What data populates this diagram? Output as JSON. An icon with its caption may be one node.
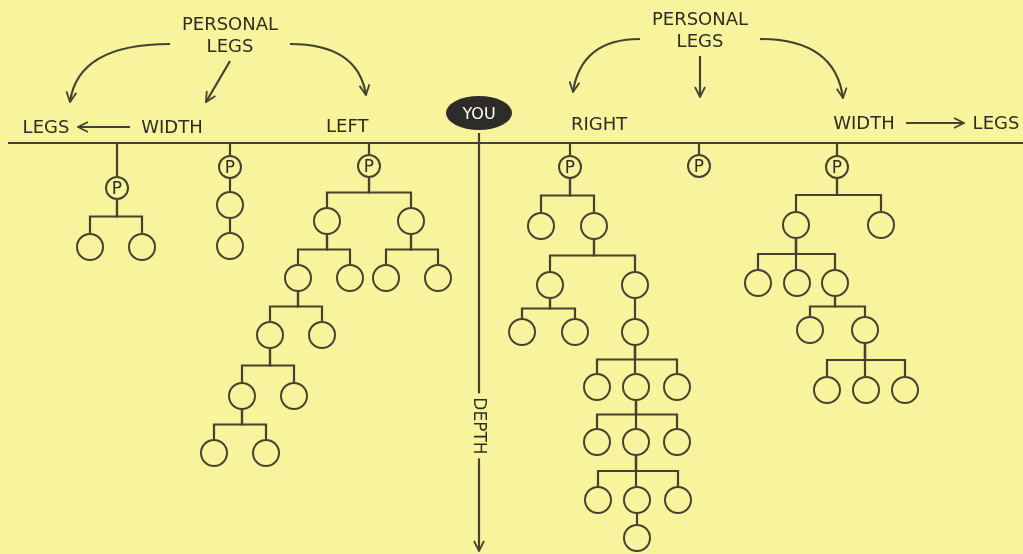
{
  "diagram": {
    "nodes": [
      {
        "text": [
          "PERSONAL LEGS"
        ]
      },
      {
        "text": [
          "PERSONAL LEGS"
        ]
      },
      {
        "text": [
          "LEGS"
        ]
      },
      {
        "text": [
          "WIDTH"
        ]
      },
      {
        "text": [
          "YOU"
        ]
      },
      {
        "text": [
          "WIDTH"
        ]
      },
      {
        "text": [
          "LEGS"
        ]
      },
      {
        "text": [],
        "shape": "bar"
      },
      {
        "text": [
          "P"
        ]
      },
      {
        "text": [],
        "shape": "circle"
      },
      {
        "text": [],
        "shape": "circle"
      },
      {
        "text": [
          "P"
        ]
      },
      {
        "text": [],
        "shape": "circle"
      },
      {
        "text": [],
        "shape": "circle"
      },
      {
        "text": [
          "P"
        ]
      },
      {
        "text": [],
        "shape": "circle"
      },
      {
        "text": [],
        "shape": "circle"
      },
      {
        "text": [],
        "shape": "circle"
      },
      {
        "text": [],
        "shape": "circle"
      },
      {
        "text": [],
        "shape": "circle"
      },
      {
        "text": [],
        "shape": "circle"
      },
      {
        "text": [],
        "shape": "circle"
      },
      {
        "text": [],
        "shape": "circle"
      },
      {
        "text": [],
        "shape": "circle"
      },
      {
        "text": [],
        "shape": "circle"
      },
      {
        "text": [],
        "shape": "circle"
      },
      {
        "text": [],
        "shape": "circle"
      },
      {
        "text": [
          "P"
        ]
      },
      {
        "text": [],
        "shape": "circle"
      },
      {
        "text": [],
        "shape": "circle"
      },
      {
        "text": [],
        "shape": "circle"
      },
      {
        "text": [],
        "shape": "circle"
      },
      {
        "text": [],
        "shape": "circle"
      },
      {
        "text": [],
        "shape": "circle"
      },
      {
        "text": [],
        "shape": "circle"
      },
      {
        "text": [],
        "shape": "circle"
      },
      {
        "text": [],
        "shape": "circle"
      },
      {
        "text": [],
        "shape": "circle"
      },
      {
        "text": [],
        "shape": "circle"
      },
      {
        "text": [],
        "shape": "circle"
      },
      {
        "text": [],
        "shape": "circle"
      },
      {
        "text": [],
        "shape": "circle"
      },
      {
        "text": [],
        "shape": "circle"
      },
      {
        "text": [],
        "shape": "circle"
      },
      {
        "text": [],
        "shape": "circle"
      },
      {
        "text": [
          "P"
        ]
      },
      {
        "text": [
          "P"
        ]
      },
      {
        "text": [],
        "shape": "circle"
      },
      {
        "text": [],
        "shape": "circle"
      },
      {
        "text": [],
        "shape": "circle"
      },
      {
        "text": [],
        "shape": "circle"
      },
      {
        "text": [],
        "shape": "circle"
      },
      {
        "text": [],
        "shape": "circle"
      },
      {
        "text": [],
        "shape": "circle"
      },
      {
        "text": [],
        "shape": "circle"
      },
      {
        "text": [],
        "shape": "circle"
      },
      {
        "text": [],
        "shape": "circle"
      }
    ],
    "edges": [
      {
        "from": 7,
        "to": 8,
        "arrow": "none"
      },
      {
        "from": 7,
        "to": 11,
        "arrow": "none"
      },
      {
        "from": 7,
        "to": 14,
        "arrow": "none"
      },
      {
        "from": 7,
        "to": 27,
        "arrow": "none"
      },
      {
        "from": 7,
        "to": 45,
        "arrow": "none"
      },
      {
        "from": 7,
        "to": 46,
        "arrow": "none"
      },
      {
        "from": 8,
        "to": 9,
        "arrow": "none"
      },
      {
        "from": 8,
        "to": 10,
        "arrow": "none"
      },
      {
        "from": 11,
        "to": 12,
        "arrow": "none"
      },
      {
        "from": 12,
        "to": 13,
        "arrow": "none"
      },
      {
        "from": 14,
        "to": 15,
        "arrow": "none"
      },
      {
        "from": 14,
        "to": 16,
        "arrow": "none"
      },
      {
        "from": 15,
        "to": 17,
        "arrow": "none"
      },
      {
        "from": 15,
        "to": 18,
        "arrow": "none"
      },
      {
        "from": 16,
        "to": 19,
        "arrow": "none"
      },
      {
        "from": 16,
        "to": 20,
        "arrow": "none"
      },
      {
        "from": 17,
        "to": 21,
        "arrow": "none"
      },
      {
        "from": 17,
        "to": 22,
        "arrow": "none"
      },
      {
        "from": 21,
        "to": 23,
        "arrow": "none"
      },
      {
        "from": 21,
        "to": 24,
        "arrow": "none"
      },
      {
        "from": 23,
        "to": 25,
        "arrow": "none"
      },
      {
        "from": 23,
        "to": 26,
        "arrow": "none"
      },
      {
        "from": 27,
        "to": 28,
        "arrow": "none"
      },
      {
        "from": 27,
        "to": 29,
        "arrow": "none"
      },
      {
        "from": 29,
        "to": 30,
        "arrow": "none"
      },
      {
        "from": 29,
        "to": 31,
        "arrow": "none"
      },
      {
        "from": 30,
        "to": 32,
        "arrow": "none"
      },
      {
        "from": 30,
        "to": 33,
        "arrow": "none"
      },
      {
        "from": 31,
        "to": 34,
        "arrow": "none"
      },
      {
        "from": 34,
        "to": 35,
        "arrow": "none"
      },
      {
        "from": 34,
        "to": 36,
        "arrow": "none"
      },
      {
        "from": 34,
        "to": 37,
        "arrow": "none"
      },
      {
        "from": 36,
        "to": 38,
        "arrow": "none"
      },
      {
        "from": 36,
        "to": 39,
        "arrow": "none"
      },
      {
        "from": 36,
        "to": 40,
        "arrow": "none"
      },
      {
        "from": 39,
        "to": 41,
        "arrow": "none"
      },
      {
        "from": 39,
        "to": 42,
        "arrow": "none"
      },
      {
        "from": 39,
        "to": 43,
        "arrow": "none"
      },
      {
        "from": 42,
        "to": 44,
        "arrow": "none"
      },
      {
        "from": 46,
        "to": 47,
        "arrow": "none"
      },
      {
        "from": 46,
        "to": 48,
        "arrow": "none"
      },
      {
        "from": 47,
        "to": 49,
        "arrow": "none"
      },
      {
        "from": 47,
        "to": 50,
        "arrow": "none"
      },
      {
        "from": 47,
        "to": 51,
        "arrow": "none"
      },
      {
        "from": 51,
        "to": 52,
        "arrow": "none"
      },
      {
        "from": 51,
        "to": 53,
        "arrow": "none"
      },
      {
        "from": 53,
        "to": 54,
        "arrow": "none"
      },
      {
        "from": 53,
        "to": 55,
        "arrow": "none"
      },
      {
        "from": 53,
        "to": 56,
        "arrow": "none"
      },
      {
        "from": 3,
        "to": 2,
        "arrow": "to"
      },
      {
        "from": 5,
        "to": 6,
        "arrow": "to"
      },
      {
        "from": 0,
        "to": 2,
        "arrow": "to"
      },
      {
        "from": 0,
        "to": 3,
        "arrow": "to"
      },
      {
        "from": 0,
        "to": null,
        "arrow": "to"
      },
      {
        "from": 1,
        "to": null,
        "arrow": "to"
      },
      {
        "from": 1,
        "to": null,
        "arrow": "to"
      },
      {
        "from": 1,
        "to": 5,
        "arrow": "to"
      },
      {
        "from": 4,
        "to": null,
        "arrow": "to",
        "label": "DEPTH"
      }
    ],
    "labels": [
      "LEFT",
      "RIGHT"
    ]
  }
}
